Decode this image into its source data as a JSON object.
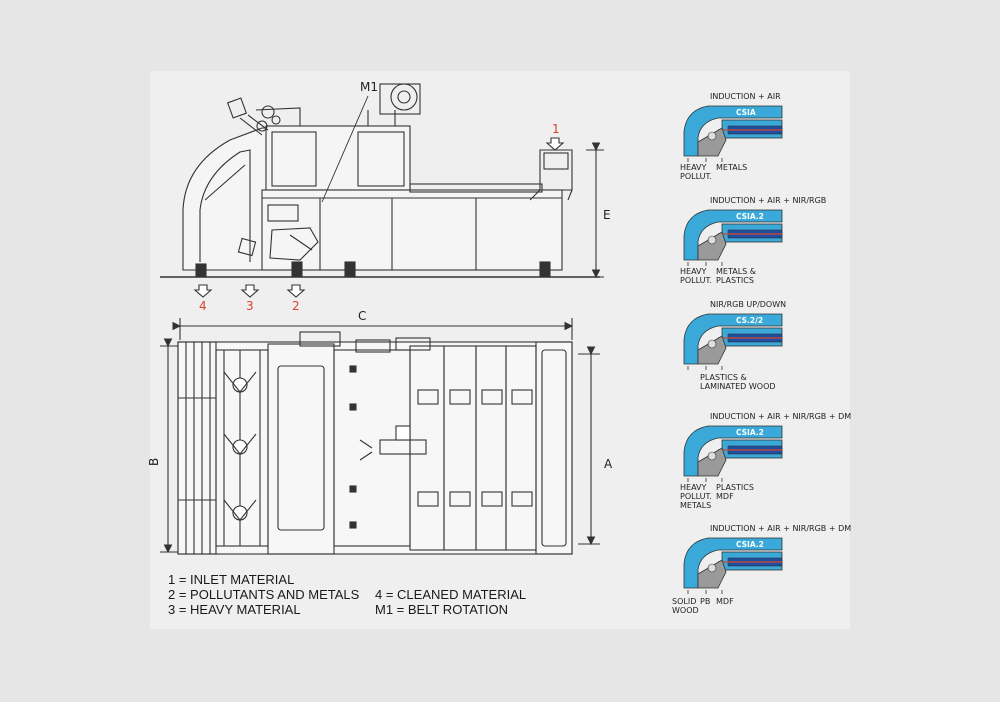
{
  "labels": {
    "m1": "M1",
    "out1": "1",
    "out4": "4",
    "out3": "3",
    "out2": "2",
    "dim_c": "C",
    "dim_e": "E",
    "dim_b": "B",
    "dim_a": "A"
  },
  "legend": {
    "l1": "1 = INLET MATERIAL",
    "l2": "2 = POLLUTANTS AND METALS",
    "l3": "3 = HEAVY MATERIAL",
    "l4": "4 = CLEANED MATERIAL",
    "l5": "M1 = BELT ROTATION"
  },
  "configs": [
    {
      "title": "INDUCTION + AIR",
      "badge": "CSIA",
      "out_a": "HEAVY\nPOLLUT.",
      "out_b": "METALS"
    },
    {
      "title": "INDUCTION + AIR + NIR/RGB",
      "badge": "CSIA.2",
      "out_a": "HEAVY\nPOLLUT.",
      "out_b": "METALS &\nPLASTICS"
    },
    {
      "title": "NIR/RGB UP/DOWN",
      "badge": "CS.2/2",
      "out_a": "PLASTICS &\nLAMINATED WOOD",
      "out_b": ""
    },
    {
      "title": "INDUCTION + AIR + NIR/RGB + DM",
      "badge": "CSIA.2",
      "out_a": "HEAVY\nPOLLUT.\nMETALS",
      "out_b": "PLASTICS\nMDF"
    },
    {
      "title": "INDUCTION + AIR + NIR/RGB + DM",
      "badge": "CSIA.2",
      "out_a": "SOLID\nWOOD",
      "out_b": "PB",
      "out_c": "MDF"
    }
  ],
  "colors": {
    "accent_red": "#d8432b",
    "cyan": "#3aa9d9",
    "blue": "#1f4fa0",
    "line": "#333333"
  }
}
